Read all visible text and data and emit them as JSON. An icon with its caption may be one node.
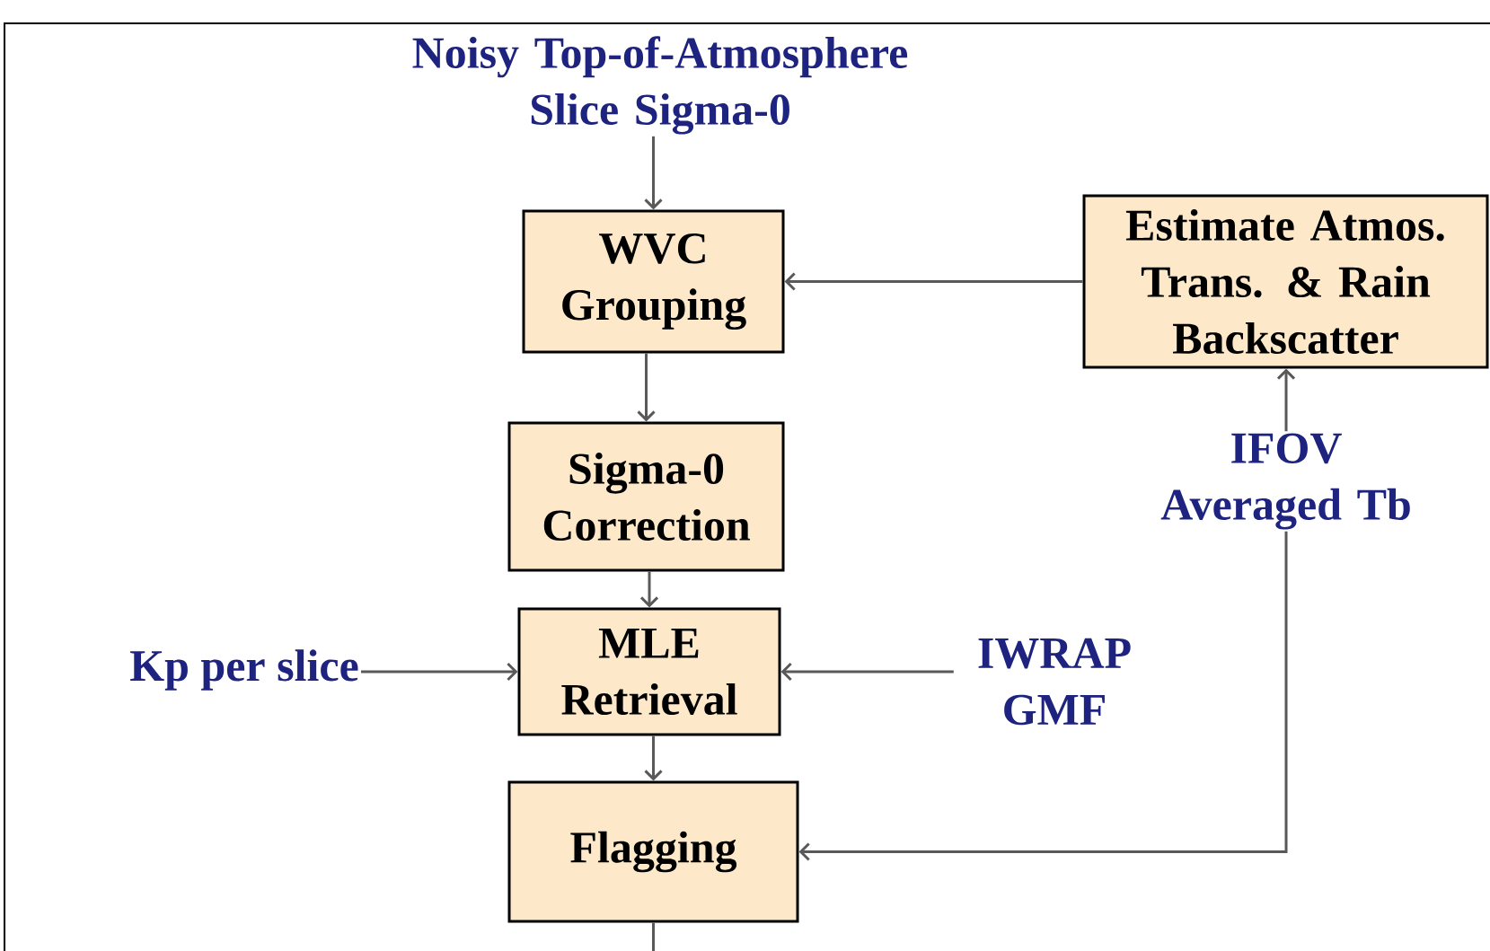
{
  "diagram": {
    "nodes": [
      {
        "text": [
          "Noisy Top-of-Atmosphere Slice Sigma-0"
        ]
      },
      {
        "text": [
          "WVC Grouping"
        ]
      },
      {
        "text": [
          "Estimate Atmos. Trans. & Rain Backscatter"
        ]
      },
      {
        "text": [
          "Sigma-0 Correction"
        ]
      },
      {
        "text": [
          "Kp per slice"
        ]
      },
      {
        "text": [
          "MLE Retrieval"
        ]
      },
      {
        "text": [
          "IWRAP GMF"
        ]
      },
      {
        "text": [
          "IFOV Averaged Tb"
        ]
      },
      {
        "text": [
          "Flagging"
        ]
      }
    ],
    "edges": [
      {
        "from": 0,
        "to": 1,
        "arrow": "to"
      },
      {
        "from": 2,
        "to": 1,
        "arrow": "to"
      },
      {
        "from": 1,
        "to": 3,
        "arrow": "to"
      },
      {
        "from": 3,
        "to": 5,
        "arrow": "to"
      },
      {
        "from": 4,
        "to": 5,
        "arrow": "to"
      },
      {
        "from": 6,
        "to": 5,
        "arrow": "to"
      },
      {
        "from": 5,
        "to": 8,
        "arrow": "to"
      },
      {
        "from": 7,
        "to": 2,
        "arrow": "to"
      },
      {
        "from": 7,
        "to": 8,
        "arrow": "to"
      },
      {
        "from": 8,
        "to": null,
        "arrow": "none"
      }
    ]
  }
}
